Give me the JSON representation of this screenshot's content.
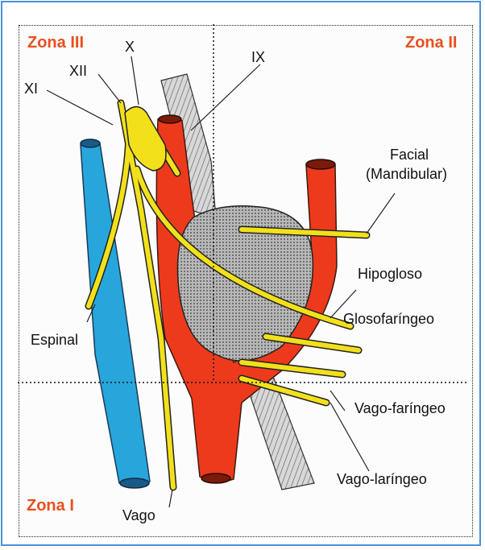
{
  "zones": {
    "zona_iii": "Zona III",
    "zona_ii": "Zona II",
    "zona_i": "Zona I"
  },
  "labels": {
    "x": "X",
    "xii": "XII",
    "xi": "XI",
    "ix": "IX",
    "facial": "Facial",
    "mandibular": "(Mandibular)",
    "hipogloso": "Hipogloso",
    "glosofaringeo": "Glosofaríngeo",
    "espinal": "Espinal",
    "vago_faringeo": "Vago-faríngeo",
    "vago_laringeo": "Vago-laríngeo",
    "vago": "Vago"
  },
  "colors": {
    "frame_border": "#4a8fd6",
    "zone_label": "#e8501e",
    "artery": "#ee3a1c",
    "vein": "#27a6dc",
    "nerve": "#f2e11a",
    "tumor": "#9a9a9a"
  }
}
